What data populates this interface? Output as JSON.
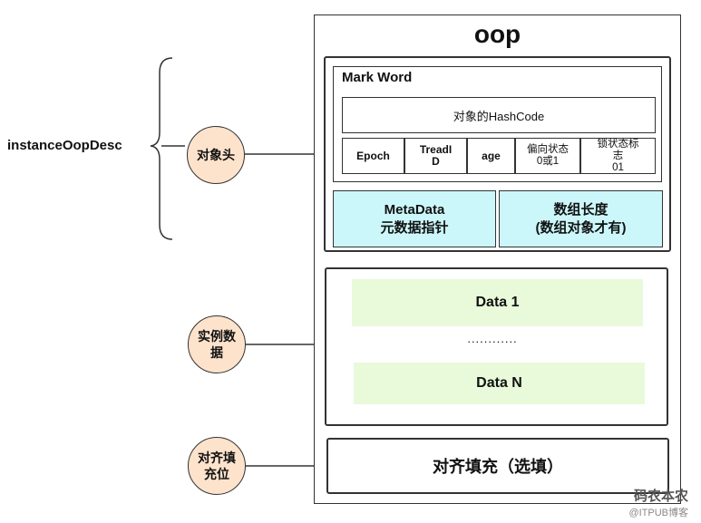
{
  "oop": {
    "title": "oop"
  },
  "object_header": {
    "mark_word": {
      "label": "Mark Word",
      "hashcode": "对象的HashCode",
      "fields": [
        "Epoch",
        "TreadI\nD",
        "age",
        "偏向状态\n0或1",
        "锁状态标\n志\n01"
      ]
    },
    "metadata": {
      "line1": "MetaData",
      "line2": "元数据指针"
    },
    "array_length": {
      "line1": "数组长度",
      "line2": "(数组对象才有)"
    }
  },
  "instance_data": {
    "first": "Data 1",
    "ellipsis": "............",
    "last": "Data N"
  },
  "padding": {
    "label": "对齐填充（选填）"
  },
  "left_label": "instanceOopDesc",
  "circles": {
    "header": "对象头",
    "instance": "实例数\n据",
    "padding": "对齐填\n充位"
  },
  "watermark": {
    "main": "码农本农",
    "sub": "@ITPUB博客"
  },
  "colors": {
    "circle_fill": "#fde3cc",
    "metadata_fill": "#ccf7fa",
    "data_fill": "#e8fada",
    "line": "#333333"
  }
}
